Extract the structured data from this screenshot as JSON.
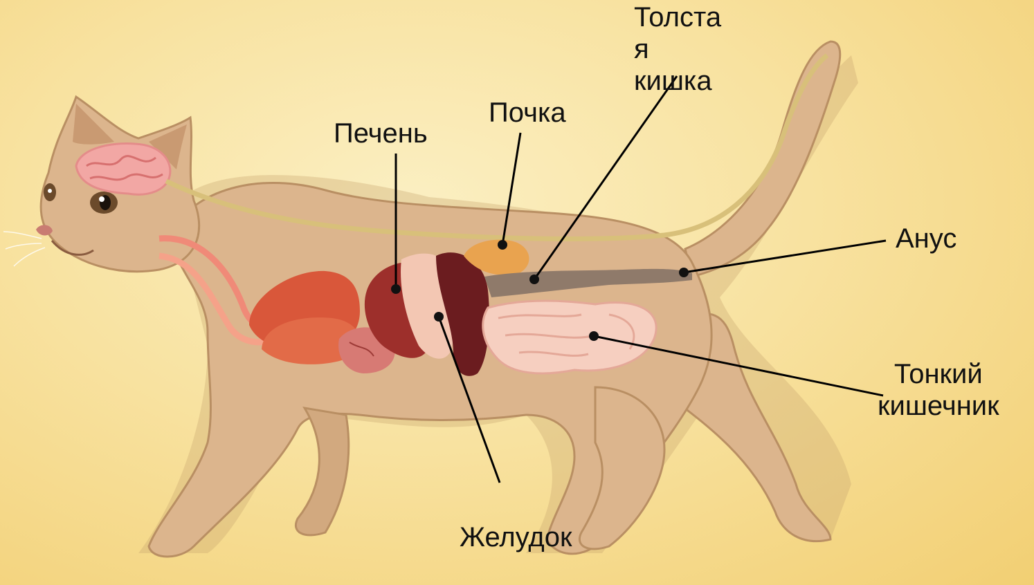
{
  "labels": {
    "large_intestine": "Толста\nя\nкишка",
    "kidney": "Почка",
    "liver": "Печень",
    "anus": "Анус",
    "small_intestine": "Тонкий\nкишечник",
    "stomach": "Желудок"
  },
  "colors": {
    "background": "#f8e2a0",
    "cat_fur": "#dcb58d",
    "cat_outline": "#b98f63",
    "brain": "#f2a7a4",
    "liver": "#9d2f2b",
    "stomach": "#f3c7b3",
    "spleen": "#6b1c1f",
    "lungs": "#d9573a",
    "intestine": "#f6cfc0",
    "colon": "#8f7a6a",
    "nerve": "#d8c07a",
    "kidney": "#e9a34f"
  }
}
